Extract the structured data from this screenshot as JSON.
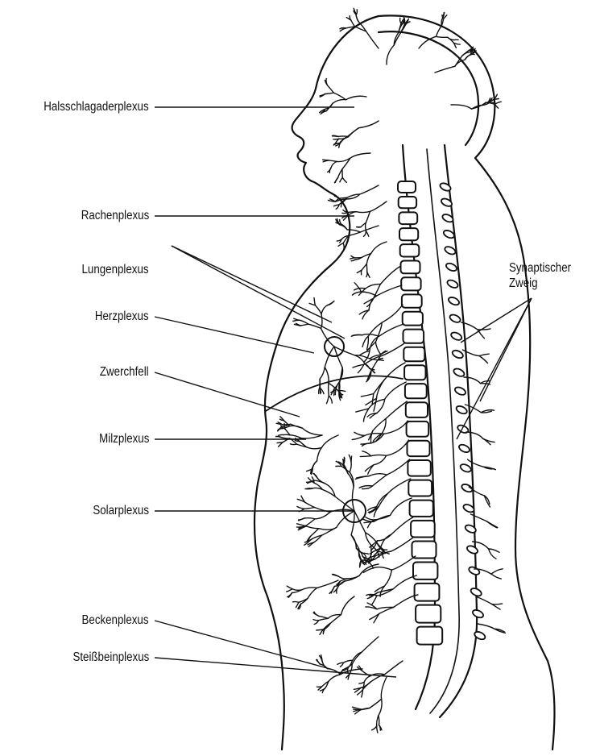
{
  "labels": {
    "halsschlagader": "Halsschlagaderplexus",
    "rachen": "Rachenplexus",
    "lungen": "Lungenplexus",
    "herz": "Herzplexus",
    "zwerchfell": "Zwerchfell",
    "milz": "Milzplexus",
    "solar": "Solarplexus",
    "becken": "Beckenplexus",
    "steissbein": "Steißbeinplexus",
    "synaptischer_line1": "Synaptischer",
    "synaptischer_line2": "Zweig"
  },
  "colors": {
    "ink": "#111111",
    "paper": "#ffffff"
  }
}
